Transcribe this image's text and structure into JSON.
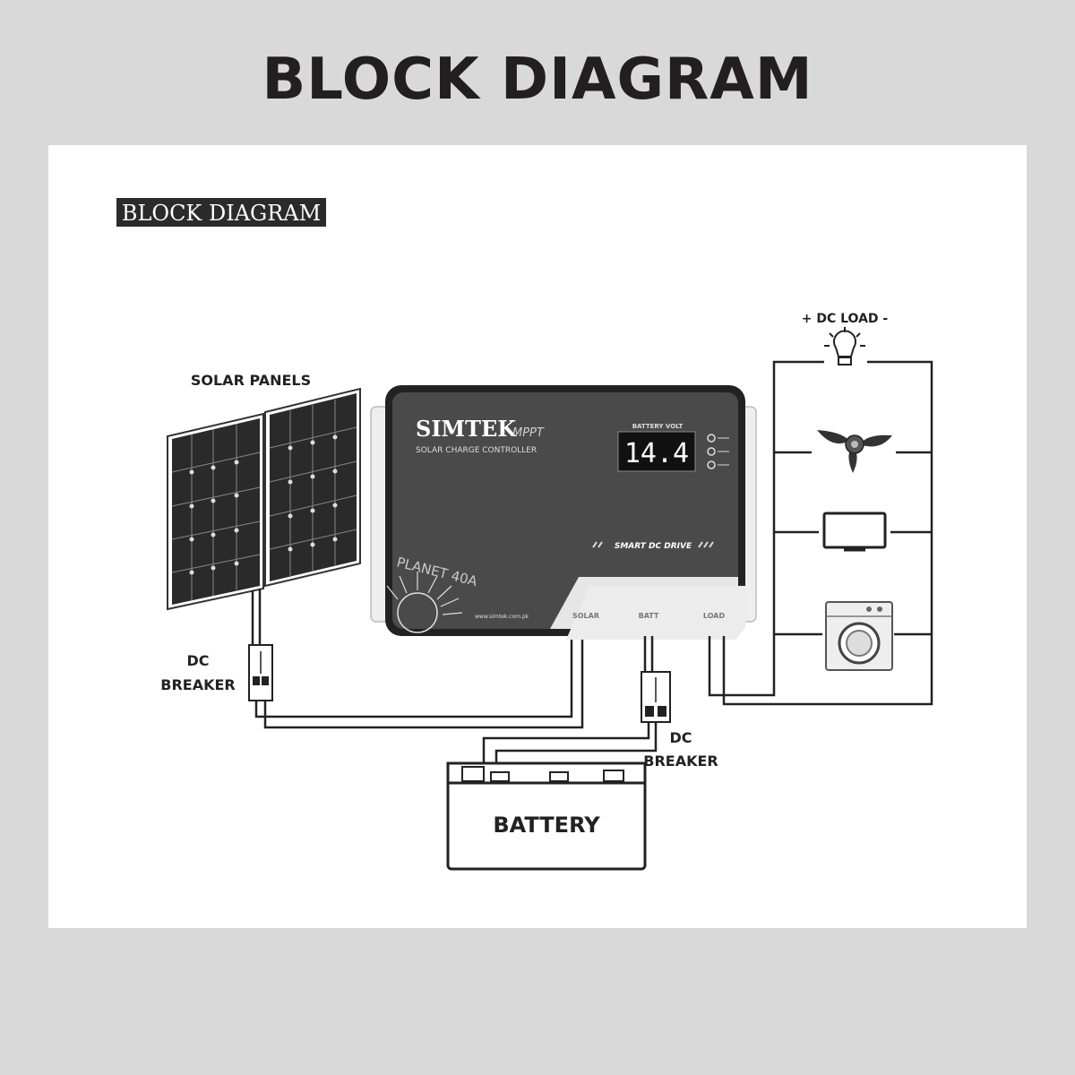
{
  "heading": "BLOCK DIAGRAM",
  "inner_badge": "BLOCK DIAGRAM",
  "labels": {
    "solar_panels": "SOLAR PANELS",
    "dc_load": "+  DC LOAD -",
    "dc_breaker_left_line1": "DC",
    "dc_breaker_left_line2": "BREAKER",
    "dc_breaker_right_line1": "DC",
    "dc_breaker_right_line2": "BREAKER",
    "battery": "BATTERY"
  },
  "controller": {
    "brand": "SIMTEK",
    "brand_suffix": "MPPT",
    "subtitle": "SOLAR CHARGE CONTROLLER",
    "display_label": "BATTERY VOLT",
    "display_value": "14.4",
    "drive_label": "SMART DC DRIVE",
    "model": "PLANET 40A",
    "website": "www.simtek.com.pk",
    "ports": [
      "SOLAR",
      "BATT",
      "LOAD"
    ]
  },
  "loads": [
    "bulb-icon",
    "ceiling-fan-icon",
    "tv-icon",
    "washing-machine-icon"
  ],
  "colors": {
    "background": "#d9d9d9",
    "card": "#ffffff",
    "controller_body": "#4a4a4a",
    "heading": "#231f20"
  }
}
